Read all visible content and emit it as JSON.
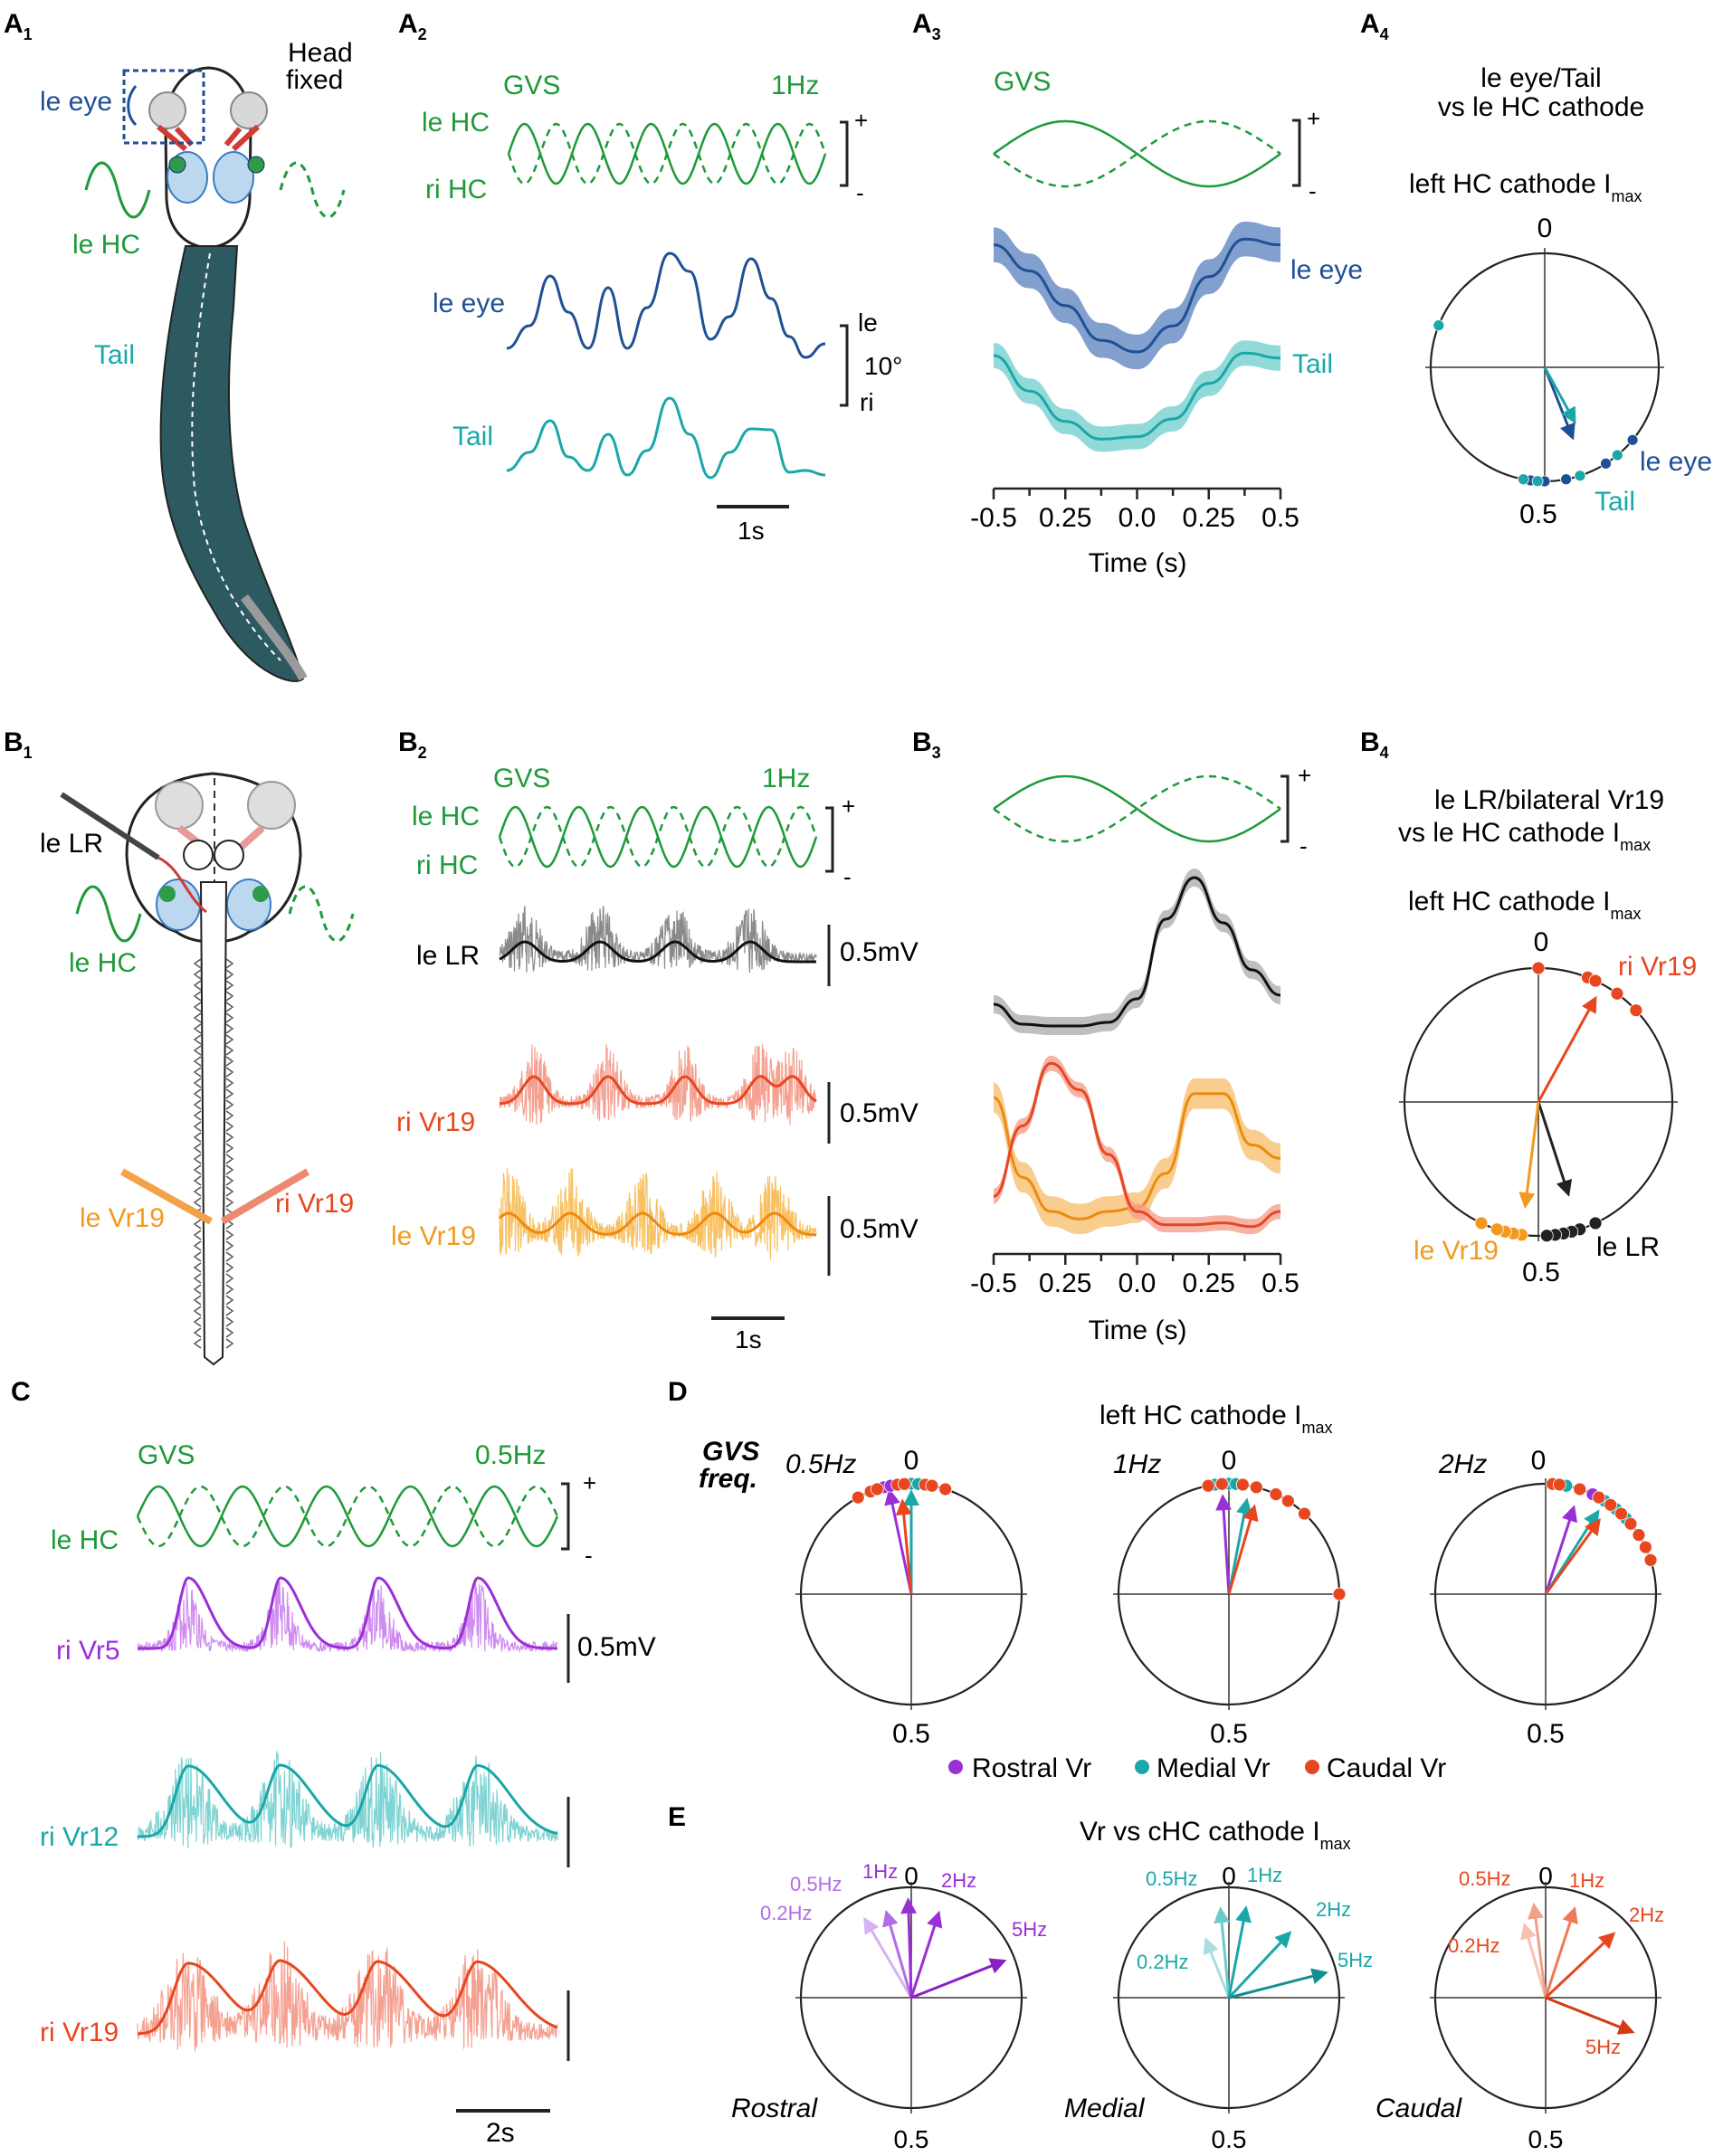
{
  "colors": {
    "green": "#1e9a3a",
    "dark_blue": "#1f4f95",
    "teal": "#1aa7a7",
    "black": "#222222",
    "red": "#e8461e",
    "orange": "#f29a1f",
    "purple": "#9b2fd6"
  },
  "panels": {
    "A1": "A",
    "A2": "A",
    "A3": "A",
    "A4": "A",
    "B1": "B",
    "B2": "B",
    "B3": "B",
    "B4": "B",
    "C": "C",
    "D": "D",
    "E": "E",
    "sub": {
      "A1": "1",
      "A2": "2",
      "A3": "3",
      "A4": "4",
      "B1": "1",
      "B2": "2",
      "B3": "3",
      "B4": "4"
    }
  },
  "A1": {
    "head_fixed": "Head",
    "head_fixed2": "fixed",
    "le_eye": "le eye",
    "le_hc": "le HC",
    "tail": "Tail"
  },
  "A2": {
    "gvs": "GVS",
    "freq": "1Hz",
    "le_hc": "le HC",
    "ri_hc": "ri HC",
    "le_eye": "le eye",
    "tail": "Tail",
    "plus": "+",
    "minus": "-",
    "scale_le": "le",
    "scale_deg": "10°",
    "scale_ri": "ri",
    "time_scale": "1s"
  },
  "A3": {
    "gvs": "GVS",
    "plus": "+",
    "minus": "-",
    "le_eye": "le eye",
    "tail": "Tail",
    "xlabel": "Time (s)",
    "xticks": [
      "-0.5",
      "0.25",
      "0.0",
      "0.25",
      "0.5"
    ]
  },
  "A4": {
    "title1": "le eye/Tail",
    "title2": "vs le HC cathode",
    "polar_title": "left HC cathode I",
    "polar_sub": "max",
    "top": "0",
    "bottom": "0.5",
    "le_eye": "le eye",
    "tail": "Tail"
  },
  "B1": {
    "le_lr": "le LR",
    "le_hc": "le HC",
    "le_vr19": "le Vr19",
    "ri_vr19": "ri Vr19"
  },
  "B2": {
    "gvs": "GVS",
    "freq": "1Hz",
    "le_hc": "le HC",
    "ri_hc": "ri HC",
    "le_lr": "le LR",
    "ri_vr19": "ri Vr19",
    "le_vr19": "le Vr19",
    "plus": "+",
    "minus": "-",
    "scale1": "0.5mV",
    "scale2": "0.5mV",
    "scale3": "0.5mV",
    "time_scale": "1s"
  },
  "B3": {
    "plus": "+",
    "minus": "-",
    "xlabel": "Time (s)",
    "xticks": [
      "-0.5",
      "0.25",
      "0.0",
      "0.25",
      "0.5"
    ]
  },
  "B4": {
    "title1": "le LR/bilateral Vr19",
    "title2": "vs le HC cathode I",
    "title2_sub": "max",
    "polar_title": "left HC cathode I",
    "polar_sub": "max",
    "top": "0",
    "bottom": "0.5",
    "ri_vr19": "ri Vr19",
    "le_vr19": "le Vr19",
    "le_lr": "le LR"
  },
  "C": {
    "gvs": "GVS",
    "freq": "0.5Hz",
    "le_hc": "le HC",
    "plus": "+",
    "minus": "-",
    "ri_vr5": "ri Vr5",
    "ri_vr12": "ri Vr12",
    "ri_vr19": "ri Vr19",
    "scale": "0.5mV",
    "time_scale": "2s"
  },
  "D": {
    "title": "left HC cathode I",
    "title_sub": "max",
    "gvs_freq1": "GVS",
    "gvs_freq2": "freq.",
    "freqs": [
      "0.5Hz",
      "1Hz",
      "2Hz"
    ],
    "top": "0",
    "bottom": "0.5",
    "legend": [
      "Rostral Vr",
      "Medial Vr",
      "Caudal Vr"
    ]
  },
  "E": {
    "title": "Vr vs cHC cathode I",
    "title_sub": "max",
    "top": "0",
    "bottom": "0.5",
    "groups": [
      "Rostral",
      "Medial",
      "Caudal"
    ],
    "rostral_labels": [
      "0.5Hz",
      "1Hz",
      "2Hz",
      "5Hz",
      "0.2Hz"
    ],
    "medial_labels": [
      "0.5Hz",
      "1Hz",
      "2Hz",
      "5Hz",
      "0.2Hz"
    ],
    "caudal_labels": [
      "0.5Hz",
      "1Hz",
      "2Hz",
      "5Hz",
      "0.2Hz"
    ]
  },
  "chart_data": [
    {
      "panel": "A3",
      "type": "line",
      "xlabel": "Time (s)",
      "xlim": [
        -0.5,
        0.5
      ],
      "x_tick_labels": [
        "-0.5",
        "0.25",
        "0.0",
        "0.25",
        "0.5"
      ],
      "x": [
        -0.5,
        -0.375,
        -0.25,
        -0.125,
        0.0,
        0.125,
        0.25,
        0.375,
        0.5
      ],
      "series": [
        {
          "name": "le eye",
          "mean": [
            0.84,
            0.66,
            0.42,
            0.18,
            0.1,
            0.28,
            0.62,
            0.88,
            0.84
          ],
          "sem": 0.12
        },
        {
          "name": "Tail",
          "mean": [
            0.8,
            0.52,
            0.28,
            0.14,
            0.16,
            0.3,
            0.58,
            0.82,
            0.78
          ],
          "sem": 0.1
        }
      ]
    },
    {
      "panel": "A4",
      "type": "scatter",
      "subtype": "polar",
      "axis": {
        "top": 0,
        "bottom": 0.5
      },
      "series": [
        {
          "name": "le eye",
          "phases": [
            0.36,
            0.41,
            0.47,
            0.47,
            0.5,
            0.52
          ],
          "vector": {
            "phase": 0.44,
            "length": 0.66
          }
        },
        {
          "name": "Tail",
          "phases": [
            0.39,
            0.45,
            0.51,
            0.53,
            0.81
          ],
          "vector": {
            "phase": 0.42,
            "length": 0.54
          }
        }
      ]
    },
    {
      "panel": "B3",
      "type": "line",
      "xlabel": "Time (s)",
      "xlim": [
        -0.5,
        0.5
      ],
      "x_tick_labels": [
        "-0.5",
        "0.25",
        "0.0",
        "0.25",
        "0.5"
      ],
      "x": [
        -0.5,
        -0.4,
        -0.3,
        -0.2,
        -0.1,
        0.0,
        0.1,
        0.2,
        0.3,
        0.4,
        0.5
      ],
      "series": [
        {
          "name": "le LR",
          "mean": [
            0.25,
            0.14,
            0.13,
            0.13,
            0.15,
            0.28,
            0.72,
            0.95,
            0.7,
            0.44,
            0.3
          ],
          "sem": 0.05
        },
        {
          "name": "ri Vr19",
          "mean": [
            0.18,
            0.55,
            0.88,
            0.74,
            0.4,
            0.1,
            0.03,
            0.03,
            0.04,
            0.02,
            0.1
          ],
          "sem": 0.04
        },
        {
          "name": "le Vr19",
          "mean": [
            0.7,
            0.28,
            0.1,
            0.06,
            0.1,
            0.12,
            0.3,
            0.72,
            0.72,
            0.45,
            0.38
          ],
          "sem": 0.08
        }
      ]
    },
    {
      "panel": "B4",
      "type": "scatter",
      "subtype": "polar",
      "axis": {
        "top": 0,
        "bottom": 0.5
      },
      "series": [
        {
          "name": "ri Vr19",
          "phases": [
            0.0,
            0.06,
            0.07,
            0.1,
            0.13
          ],
          "vector": {
            "phase": 0.08,
            "length": 0.88
          }
        },
        {
          "name": "le LR",
          "phases": [
            0.43,
            0.45,
            0.46,
            0.47,
            0.48,
            0.49
          ],
          "vector": {
            "phase": 0.45,
            "length": 0.72
          }
        },
        {
          "name": "le Vr19",
          "phases": [
            0.52,
            0.53,
            0.54,
            0.55,
            0.57
          ],
          "vector": {
            "phase": 0.52,
            "length": 0.78
          }
        }
      ]
    },
    {
      "panel": "D",
      "type": "scatter",
      "subtype": "polar",
      "axis": {
        "top": 0,
        "bottom": 0.5
      },
      "plots": [
        {
          "freq": "0.5Hz",
          "series": [
            {
              "name": "Rostral Vr",
              "phases": [
                0.96,
                0.97
              ],
              "vector": {
                "phase": 0.967,
                "length": 0.95
              }
            },
            {
              "name": "Medial Vr",
              "phases": [
                0.99,
                0.0,
                0.01
              ],
              "vector": {
                "phase": 0.0,
                "length": 0.92
              }
            },
            {
              "name": "Caudal Vr",
              "phases": [
                0.92,
                0.94,
                0.95,
                0.98,
                0.99,
                0.02,
                0.03,
                0.05
              ],
              "vector": {
                "phase": 0.985,
                "length": 0.84
              }
            }
          ]
        },
        {
          "freq": "1Hz",
          "series": [
            {
              "name": "Rostral Vr",
              "phases": [
                0.97,
                0.98,
                0.99
              ],
              "vector": {
                "phase": 0.99,
                "length": 0.88
              }
            },
            {
              "name": "Medial Vr",
              "phases": [
                0.98,
                0.99,
                0.0,
                0.01,
                0.02
              ],
              "vector": {
                "phase": 0.03,
                "length": 0.86
              }
            },
            {
              "name": "Caudal Vr",
              "phases": [
                0.97,
                0.99,
                0.02,
                0.04,
                0.07,
                0.09,
                0.12,
                0.25
              ],
              "vector": {
                "phase": 0.045,
                "length": 0.82
              }
            }
          ]
        },
        {
          "freq": "2Hz",
          "series": [
            {
              "name": "Rostral Vr",
              "phases": [
                0.01,
                0.03,
                0.07,
                0.1
              ],
              "vector": {
                "phase": 0.05,
                "length": 0.82
              }
            },
            {
              "name": "Medial Vr",
              "phases": [
                0.03,
                0.09,
                0.11,
                0.13
              ],
              "vector": {
                "phase": 0.09,
                "length": 0.88
              }
            },
            {
              "name": "Caudal Vr",
              "phases": [
                0.01,
                0.02,
                0.05,
                0.08,
                0.1,
                0.12,
                0.14,
                0.16,
                0.18,
                0.2
              ],
              "vector": {
                "phase": 0.1,
                "length": 0.82
              }
            }
          ]
        }
      ]
    },
    {
      "panel": "E",
      "type": "scatter",
      "subtype": "polar-vectors",
      "axis": {
        "top": 0,
        "bottom": 0.5
      },
      "plots": [
        {
          "group": "Rostral",
          "vectors": [
            {
              "freq": "0.2Hz",
              "phase": 0.915,
              "length": 0.82
            },
            {
              "freq": "0.5Hz",
              "phase": 0.955,
              "length": 0.8
            },
            {
              "freq": "1Hz",
              "phase": 0.995,
              "length": 0.88
            },
            {
              "freq": "2Hz",
              "phase": 0.05,
              "length": 0.8
            },
            {
              "freq": "5Hz",
              "phase": 0.19,
              "length": 0.9
            }
          ]
        },
        {
          "group": "Medial",
          "vectors": [
            {
              "freq": "0.2Hz",
              "phase": 0.94,
              "length": 0.56
            },
            {
              "freq": "0.5Hz",
              "phase": 0.985,
              "length": 0.8
            },
            {
              "freq": "1Hz",
              "phase": 0.03,
              "length": 0.82
            },
            {
              "freq": "2Hz",
              "phase": 0.12,
              "length": 0.8
            },
            {
              "freq": "5Hz",
              "phase": 0.21,
              "length": 0.9
            }
          ]
        },
        {
          "group": "Caudal",
          "vectors": [
            {
              "freq": "0.2Hz",
              "phase": 0.955,
              "length": 0.68
            },
            {
              "freq": "0.5Hz",
              "phase": 0.98,
              "length": 0.84
            },
            {
              "freq": "1Hz",
              "phase": 0.05,
              "length": 0.84
            },
            {
              "freq": "2Hz",
              "phase": 0.13,
              "length": 0.84
            },
            {
              "freq": "5Hz",
              "phase": 0.31,
              "length": 0.84
            }
          ]
        }
      ]
    }
  ]
}
